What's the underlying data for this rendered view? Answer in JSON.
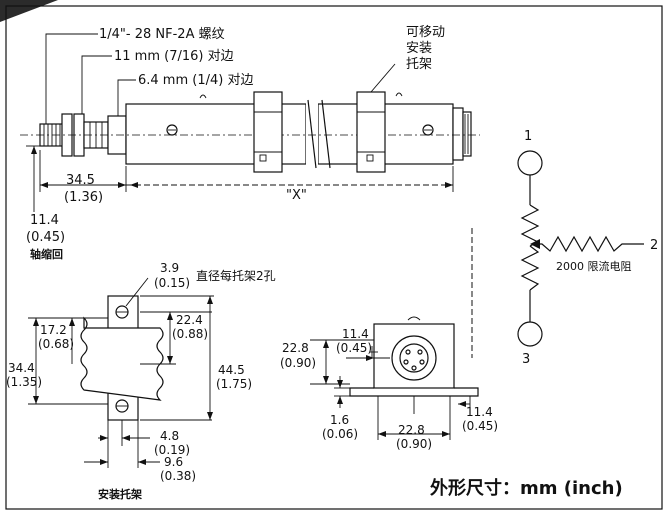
{
  "thread_label": "1/4\"- 28 NF-2A 螺纹",
  "hex_large_label": "11 mm (7/16) 对边",
  "hex_small_label": "6.4 mm (1/4) 对边",
  "movable_bracket_label": [
    "可移动",
    "安装",
    "托架"
  ],
  "dim_345": "34.5",
  "dim_136": "(1.36)",
  "dim_x": "\"X\"",
  "dim_114": "11.4",
  "dim_045": "(0.45)",
  "shaft_retract_label": "轴缩回",
  "terminal_1": "1",
  "terminal_2": "2",
  "terminal_3": "3",
  "resistance_label": "2000 限流电阻",
  "bracket_hole_dim": "3.9",
  "bracket_hole_dim_in": "(0.15)",
  "bracket_hole_label": "直径每托架2孔",
  "b_172": "17.2",
  "b_068": "(0.68)",
  "b_224": "22.4",
  "b_088": "(0.88)",
  "b_344": "34.4",
  "b_135": "(1.35)",
  "b_445": "44.5",
  "b_175": "(1.75)",
  "b_48": "4.8",
  "b_019": "(0.19)",
  "b_96": "9.6",
  "b_038": "(0.38)",
  "bracket_title": "安装托架",
  "e_114": "11.4",
  "e_045": "(0.45)",
  "e_228": "22.8",
  "e_090": "(0.90)",
  "e_16": "1.6",
  "e_006": "(0.06)",
  "e_228b": "22.8",
  "e_090b": "(0.90)",
  "e_114b": "11.4",
  "e_045b": "(0.45)",
  "units_label": "外形尺寸：mm (inch)"
}
